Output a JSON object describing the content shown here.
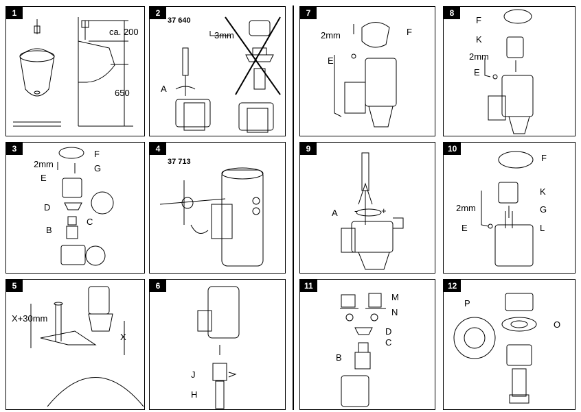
{
  "panels": [
    {
      "number": "1",
      "labels": {
        "dim_top": "ca. 200",
        "dim_bottom": "650"
      }
    },
    {
      "number": "2",
      "code": "37 640",
      "labels": {
        "tool": "3mm",
        "a": "A"
      }
    },
    {
      "number": "3",
      "labels": {
        "f": "F",
        "tool": "2mm",
        "g": "G",
        "e": "E",
        "d": "D",
        "c": "C",
        "b": "B"
      }
    },
    {
      "number": "4",
      "code": "37 713"
    },
    {
      "number": "5",
      "labels": {
        "x30": "X+30mm",
        "x": "X"
      }
    },
    {
      "number": "6",
      "labels": {
        "j": "J",
        "h": "H"
      }
    },
    {
      "number": "7",
      "labels": {
        "tool": "2mm",
        "f": "F",
        "e": "E"
      }
    },
    {
      "number": "8",
      "labels": {
        "f": "F",
        "k": "K",
        "tool": "2mm",
        "e": "E"
      }
    },
    {
      "number": "9",
      "labels": {
        "a": "A",
        "minus": "-",
        "plus": "+"
      }
    },
    {
      "number": "10",
      "labels": {
        "f": "F",
        "k": "K",
        "tool": "2mm",
        "g": "G",
        "e": "E",
        "l": "L"
      }
    },
    {
      "number": "11",
      "labels": {
        "m": "M",
        "n": "N",
        "d": "D",
        "c": "C",
        "b": "B"
      }
    },
    {
      "number": "12",
      "labels": {
        "p": "P",
        "o": "O"
      }
    }
  ]
}
